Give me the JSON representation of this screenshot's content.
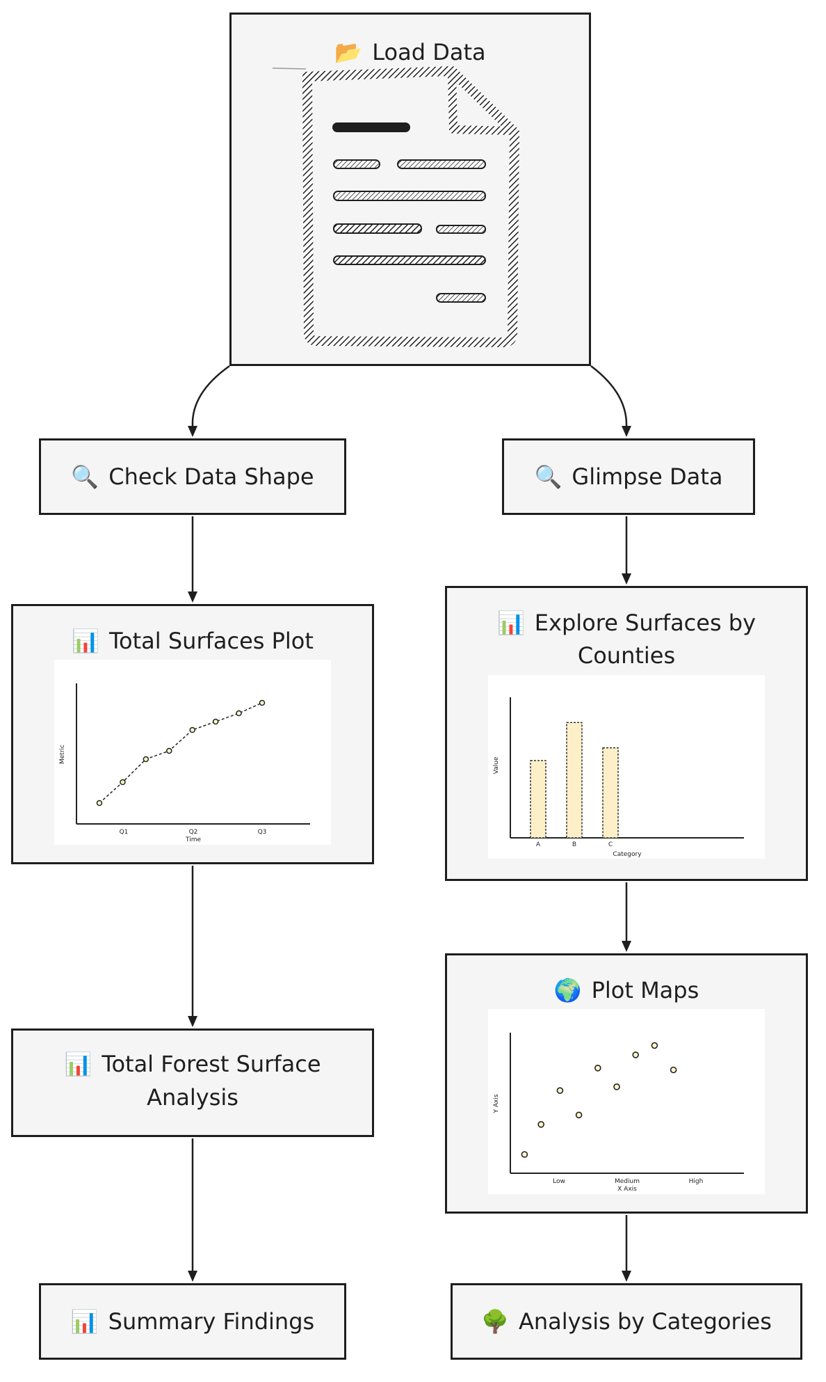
{
  "nodes": {
    "load": {
      "icon": "📂",
      "label": "Load Data"
    },
    "shape": {
      "icon": "🔍",
      "label": "Check Data Shape"
    },
    "glimpse": {
      "icon": "🔍",
      "label": "Glimpse Data"
    },
    "total_plot": {
      "icon": "📊",
      "label": "Total Surfaces Plot"
    },
    "explore": {
      "icon": "📊",
      "label_line1": "Explore Surfaces by",
      "label_line2": "Counties"
    },
    "forest": {
      "icon": "📊",
      "label_line1": "Total Forest Surface",
      "label_line2": "Analysis"
    },
    "maps": {
      "icon": "🌍",
      "label": "Plot Maps"
    },
    "summary": {
      "icon": "📊",
      "label": "Summary Findings"
    },
    "categories": {
      "icon": "🌳",
      "label": "Analysis by Categories"
    }
  },
  "colors": {
    "stroke": "#1e1e1e",
    "fill": "#f5f5f5",
    "bar": "#fdf0c8",
    "point": "#fdf6c8"
  },
  "chart_data": [
    {
      "type": "line",
      "x_ticks": [
        "Q1",
        "Q2",
        "Q3"
      ],
      "xlabel": "Time",
      "ylabel": "Metric",
      "values": [
        1.0,
        2.0,
        3.1,
        3.5,
        4.5,
        4.9,
        5.3,
        5.8
      ]
    },
    {
      "type": "bar",
      "categories": [
        "A",
        "B",
        "C"
      ],
      "values": [
        5.5,
        8.2,
        6.4
      ],
      "xlabel": "Category",
      "ylabel": "Value",
      "ylim": [
        0,
        10
      ]
    },
    {
      "type": "scatter",
      "x_ticks": [
        "Low",
        "Medium",
        "High"
      ],
      "xlabel": "X Axis",
      "ylabel": "Y Axis",
      "points": [
        [
          0.6,
          1.0
        ],
        [
          1.3,
          2.6
        ],
        [
          2.1,
          4.4
        ],
        [
          2.9,
          3.1
        ],
        [
          3.7,
          5.6
        ],
        [
          4.5,
          4.6
        ],
        [
          5.3,
          6.3
        ],
        [
          6.1,
          6.8
        ],
        [
          6.9,
          5.5
        ]
      ]
    }
  ]
}
